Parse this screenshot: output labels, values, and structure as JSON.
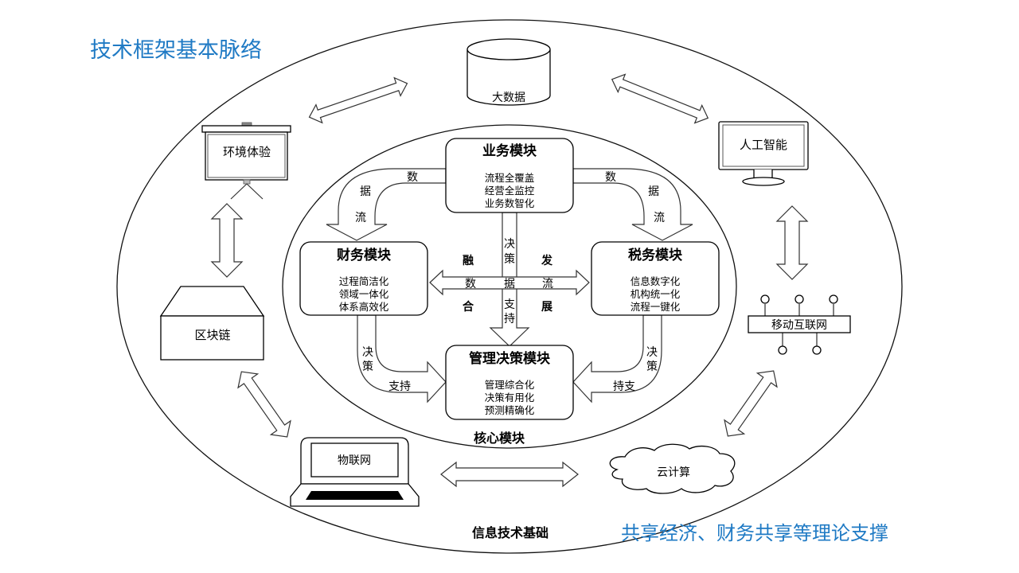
{
  "title": "技术框架基本脉络",
  "footer_theory": "共享经济、财务共享等理论支撑",
  "labels": {
    "core": "核心模块",
    "it_base": "信息技术基础"
  },
  "modules": {
    "business": {
      "name": "业务模块",
      "lines": [
        "流程全覆盖",
        "经营全监控",
        "业务数智化"
      ]
    },
    "finance": {
      "name": "财务模块",
      "lines": [
        "过程简洁化",
        "领域一体化",
        "体系高效化"
      ]
    },
    "tax": {
      "name": "税务模块",
      "lines": [
        "信息数字化",
        "机构统一化",
        "流程一键化"
      ]
    },
    "management": {
      "name": "管理决策模块",
      "lines": [
        "管理综合化",
        "决策有用化",
        "预测精确化"
      ]
    }
  },
  "flows": {
    "left_top": [
      "数",
      "据",
      "流"
    ],
    "right_top": [
      "数",
      "据",
      "流"
    ],
    "center_vertical": [
      "决",
      "策",
      "据",
      "支",
      "持"
    ],
    "center_horizontal": [
      "数",
      "流"
    ],
    "fusion": [
      "融",
      "合"
    ],
    "development": [
      "发",
      "展"
    ],
    "left_bottom": [
      "决",
      "策",
      "支持"
    ],
    "right_bottom": [
      "决",
      "策",
      "持支"
    ]
  },
  "technologies": {
    "big_data": "大数据",
    "ai": "人工智能",
    "mobile_internet": "移动互联网",
    "cloud": "云计算",
    "iot": "物联网",
    "blockchain": "区块链",
    "environment": "环境体验"
  },
  "colors": {
    "accent_text": "#1f7ac4",
    "line": "#000000"
  }
}
